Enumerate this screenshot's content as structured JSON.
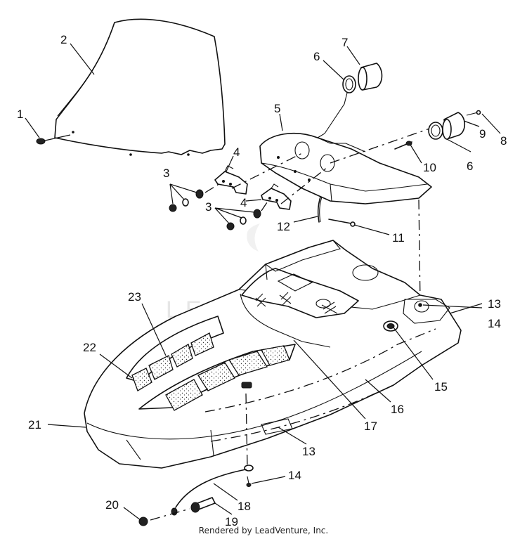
{
  "footer": {
    "credit": "Rendered by LeadVenture, Inc."
  },
  "watermark": {
    "text": "LEADVENTURE"
  },
  "callouts": [
    "1",
    "2",
    "3",
    "3",
    "4",
    "4",
    "5",
    "6",
    "6",
    "7",
    "8",
    "9",
    "10",
    "11",
    "12",
    "13",
    "13",
    "14",
    "14",
    "15",
    "16",
    "17",
    "18",
    "19",
    "20",
    "21",
    "22",
    "23"
  ]
}
